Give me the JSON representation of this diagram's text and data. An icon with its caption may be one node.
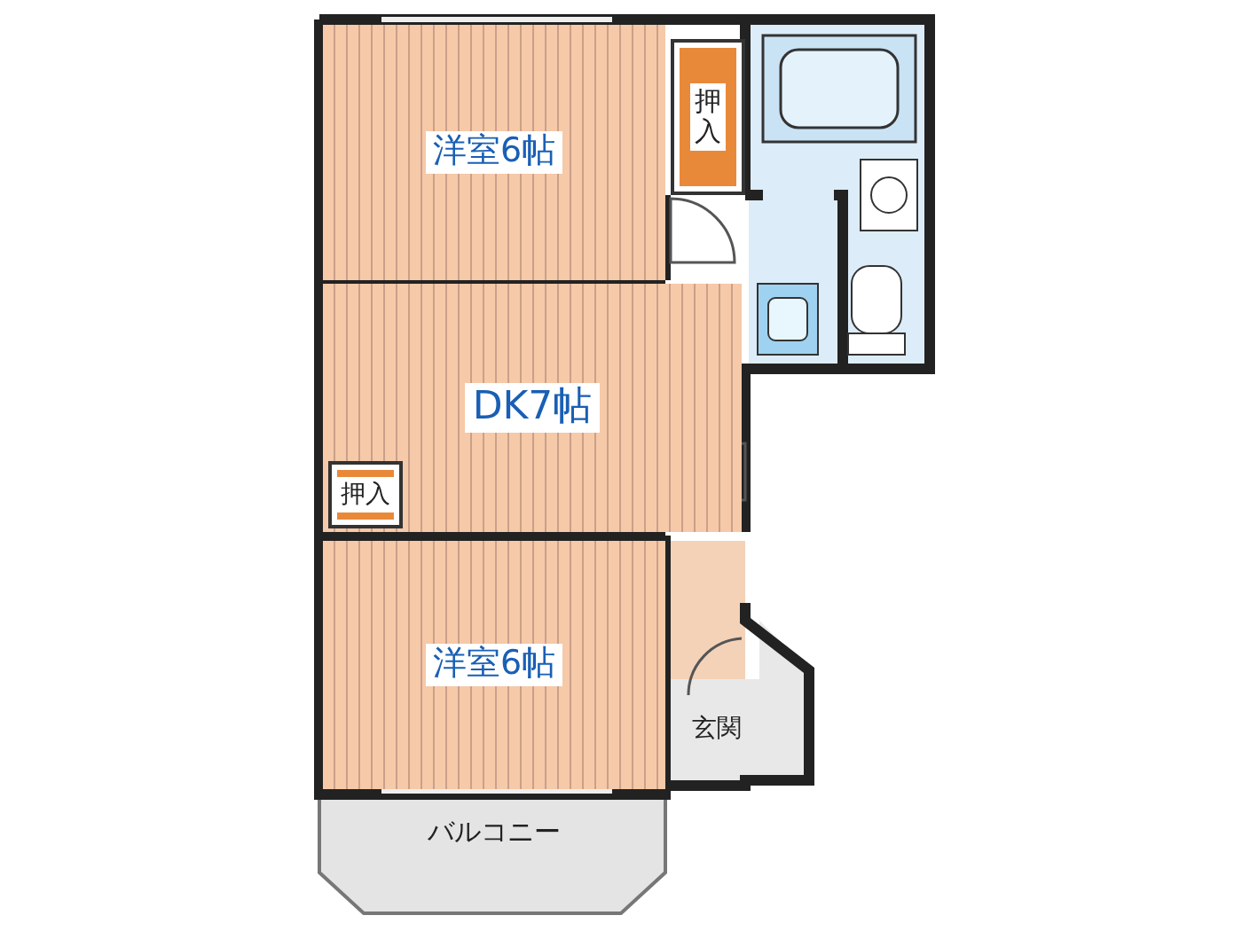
{
  "diagram": {
    "nodes": [
      {
        "text": [
          "洋室6帖"
        ]
      },
      {
        "text": [
          "押入"
        ]
      },
      {
        "text": [
          "DK7帖"
        ]
      },
      {
        "text": [
          "押入"
        ],
        "in": 2
      },
      {
        "text": [
          "洋室6帖"
        ]
      },
      {
        "text": [
          "玄関"
        ]
      },
      {
        "text": [
          "バルコニー"
        ]
      }
    ]
  }
}
